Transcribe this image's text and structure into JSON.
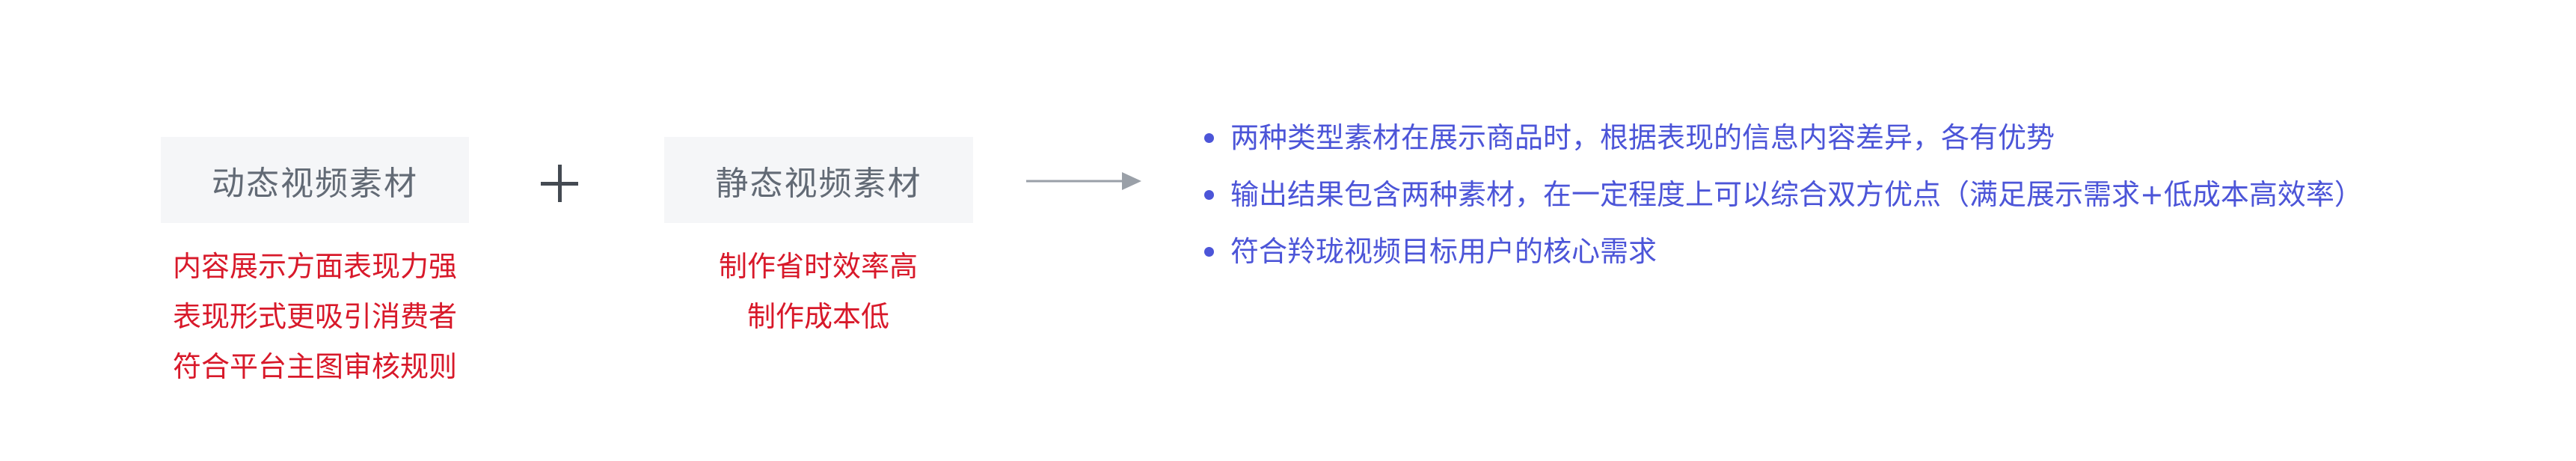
{
  "left_panel": {
    "title": "动态视频素材",
    "notes": [
      "内容展示方面表现力强",
      "表现形式更吸引消费者",
      "符合平台主图审核规则"
    ]
  },
  "operator": {
    "icon": "plus-icon"
  },
  "middle_panel": {
    "title": "静态视频素材",
    "notes": [
      "制作省时效率高",
      "制作成本低"
    ]
  },
  "connector": {
    "icon": "arrow-right-icon"
  },
  "conclusions": [
    "两种类型素材在展示商品时，根据表现的信息内容差异，各有优势",
    "输出结果包含两种素材，在一定程度上可以综合双方优点（满足展示需求+低成本高效率）",
    "符合羚珑视频目标用户的核心需求"
  ],
  "colors": {
    "box_bg": "#f5f6f8",
    "box_text": "#626a75",
    "note_text": "#d8192a",
    "conclusion_text": "#4c55d8",
    "arrow": "#9aa0a8"
  }
}
